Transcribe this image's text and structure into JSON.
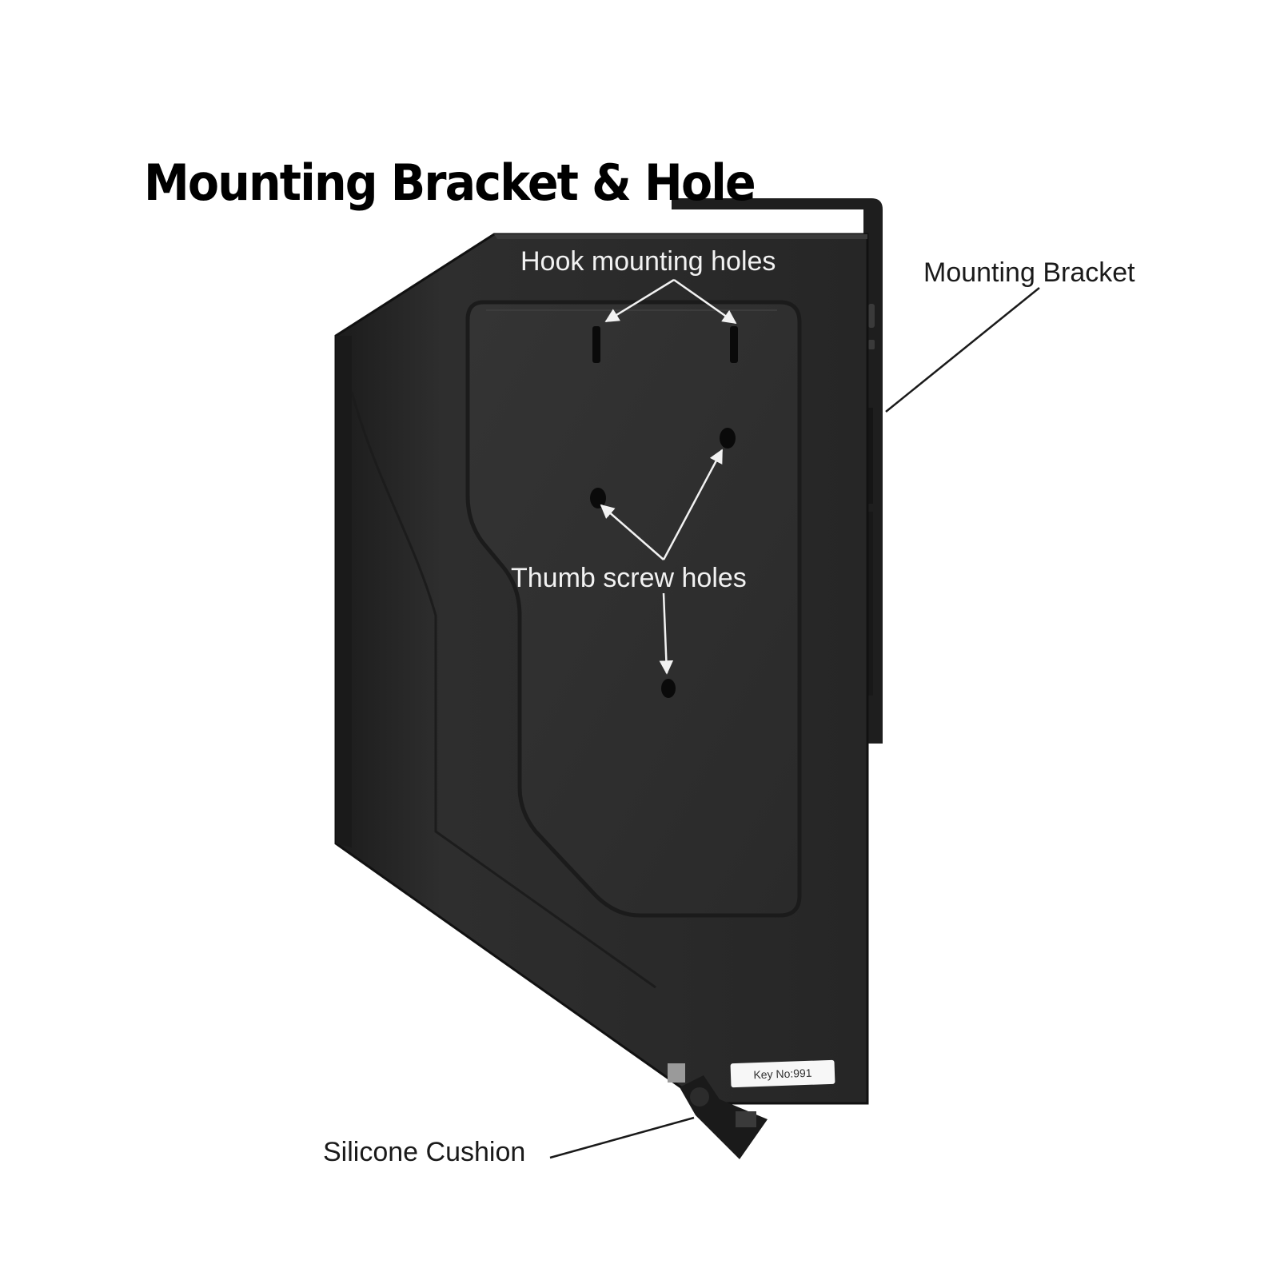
{
  "title": "Mounting Bracket & Hole",
  "labels": {
    "hook_holes": "Hook mounting holes",
    "thumb_holes": "Thumb screw holes",
    "mounting_bracket": "Mounting Bracket",
    "silicone_cushion": "Silicone Cushion"
  },
  "key_tag": "Key No:991",
  "colors": {
    "safe_body": "#2b2b2b",
    "safe_edge": "#1a1a1a",
    "panel": "#303030",
    "background": "#ffffff",
    "callout_light": "#f2f2f2",
    "callout_dark": "#1a1a1a"
  }
}
